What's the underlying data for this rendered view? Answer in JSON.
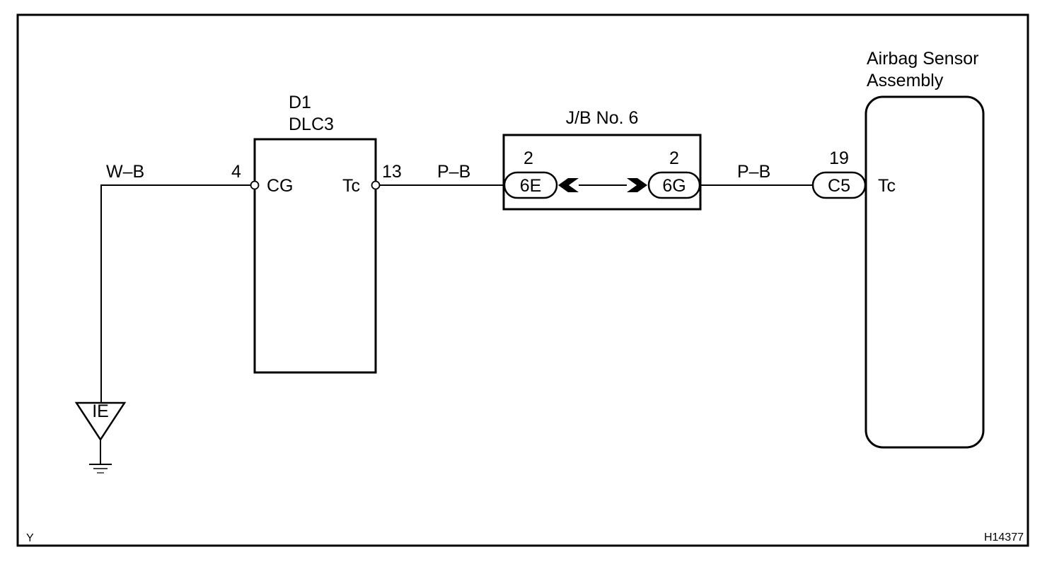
{
  "border_letter": "Y",
  "figure_code": "H14377",
  "dlc3": {
    "ref": "D1",
    "name": "DLC3",
    "pin_cg_number": "4",
    "pin_cg_name": "CG",
    "pin_tc_number": "13",
    "pin_tc_name": "Tc"
  },
  "junction_block": {
    "title": "J/B No. 6",
    "left_pin_number": "2",
    "left_connector": "6E",
    "right_pin_number": "2",
    "right_connector": "6G"
  },
  "airbag_sensor": {
    "name_line1": "Airbag Sensor",
    "name_line2": "Assembly",
    "pin_number": "19",
    "connector": "C5",
    "pin_name": "Tc"
  },
  "wires": {
    "ground_wire": "W–B",
    "dlc_to_jb_wire": "P–B",
    "jb_to_airbag_wire": "P–B"
  },
  "ground": {
    "label": "IE"
  }
}
